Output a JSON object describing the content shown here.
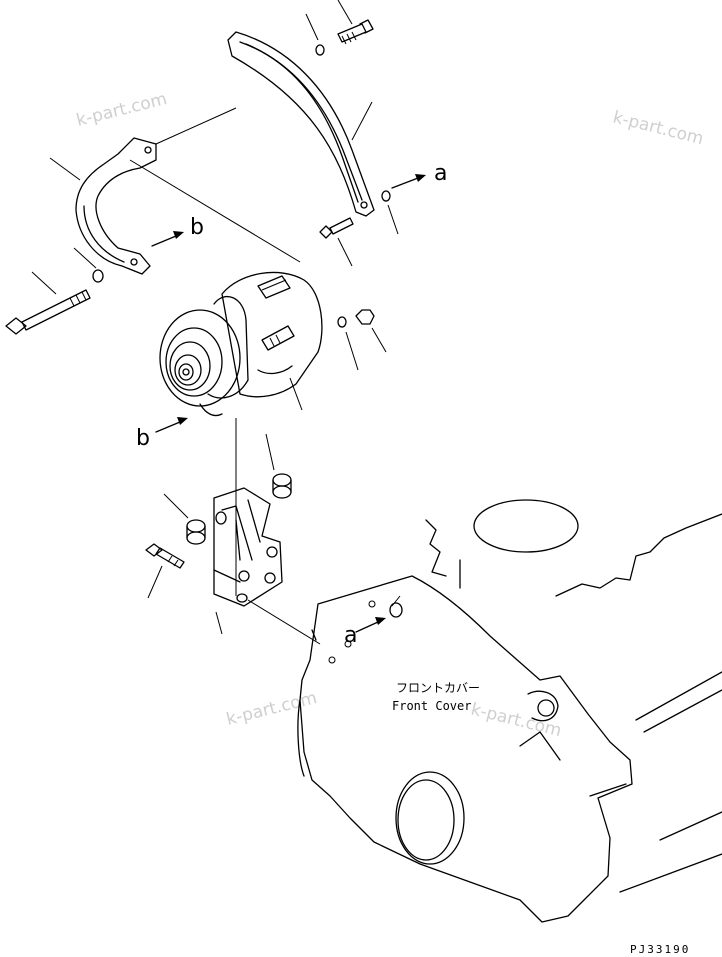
{
  "watermark": "k-part.com",
  "callouts": {
    "a": "a",
    "b": "b"
  },
  "front_cover": {
    "jp": "フロントカバー",
    "en": "Front Cover"
  },
  "figure_code": "PJ33190"
}
